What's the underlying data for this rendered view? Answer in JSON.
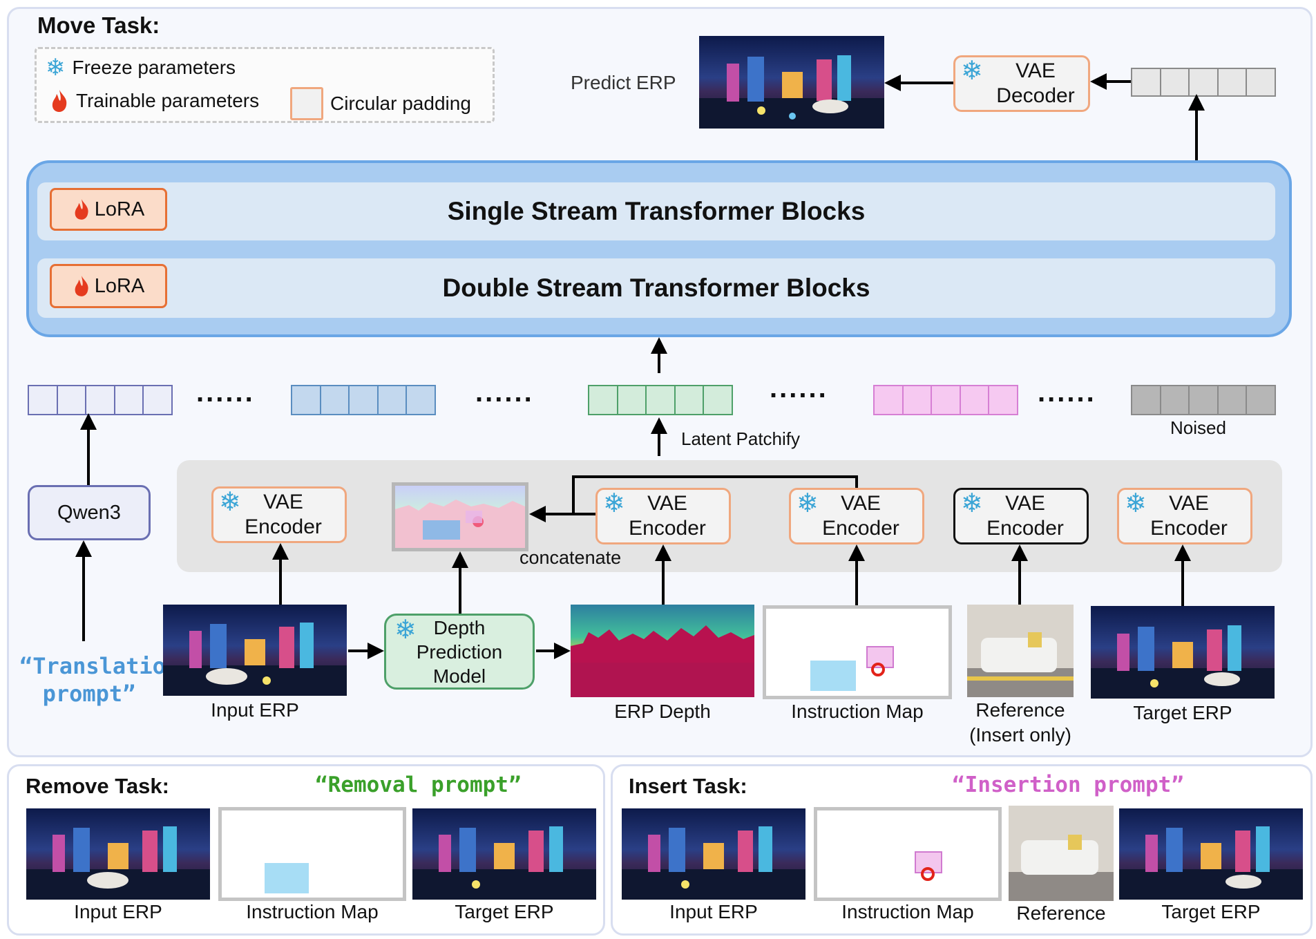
{
  "move_task": {
    "title": "Move Task:",
    "legend": {
      "freeze": "Freeze parameters",
      "trainable": "Trainable parameters",
      "circular": "Circular padding"
    },
    "predict_label": "Predict ERP",
    "vae_decoder": "VAE Decoder",
    "single_stream": "Single Stream Transformer Blocks",
    "double_stream": "Double Stream Transformer Blocks",
    "lora": "LoRA",
    "dots": "......",
    "latent_patchify": "Latent Patchify",
    "noised": "Noised",
    "qwen": "Qwen3",
    "translation_prompt": "“Translation prompt”",
    "vae_encoder": "VAE Encoder",
    "concatenate": "concatenate",
    "depth_model": "Depth Prediction Model",
    "captions": {
      "input_erp": "Input ERP",
      "erp_depth": "ERP Depth",
      "instruction_map": "Instruction Map",
      "reference": "Reference",
      "insert_only": "(Insert only)",
      "target_erp": "Target ERP"
    }
  },
  "remove_task": {
    "title": "Remove Task:",
    "prompt": "“Removal prompt”",
    "captions": {
      "input_erp": "Input ERP",
      "instruction_map": "Instruction Map",
      "target_erp": "Target ERP"
    }
  },
  "insert_task": {
    "title": "Insert Task:",
    "prompt": "“Insertion prompt”",
    "captions": {
      "input_erp": "Input ERP",
      "instruction_map": "Instruction Map",
      "reference": "Reference",
      "target_erp": "Target ERP"
    }
  },
  "colors": {
    "translation_prompt": "#4a96d6",
    "removal_prompt": "#3aa02a",
    "insertion_prompt": "#d060c8",
    "token_purple": "#6a6fb2",
    "token_blue": "#5a8dc0",
    "token_green": "#4ea069",
    "token_pink": "#d67fd4",
    "token_gray": "#8a8a8a"
  }
}
